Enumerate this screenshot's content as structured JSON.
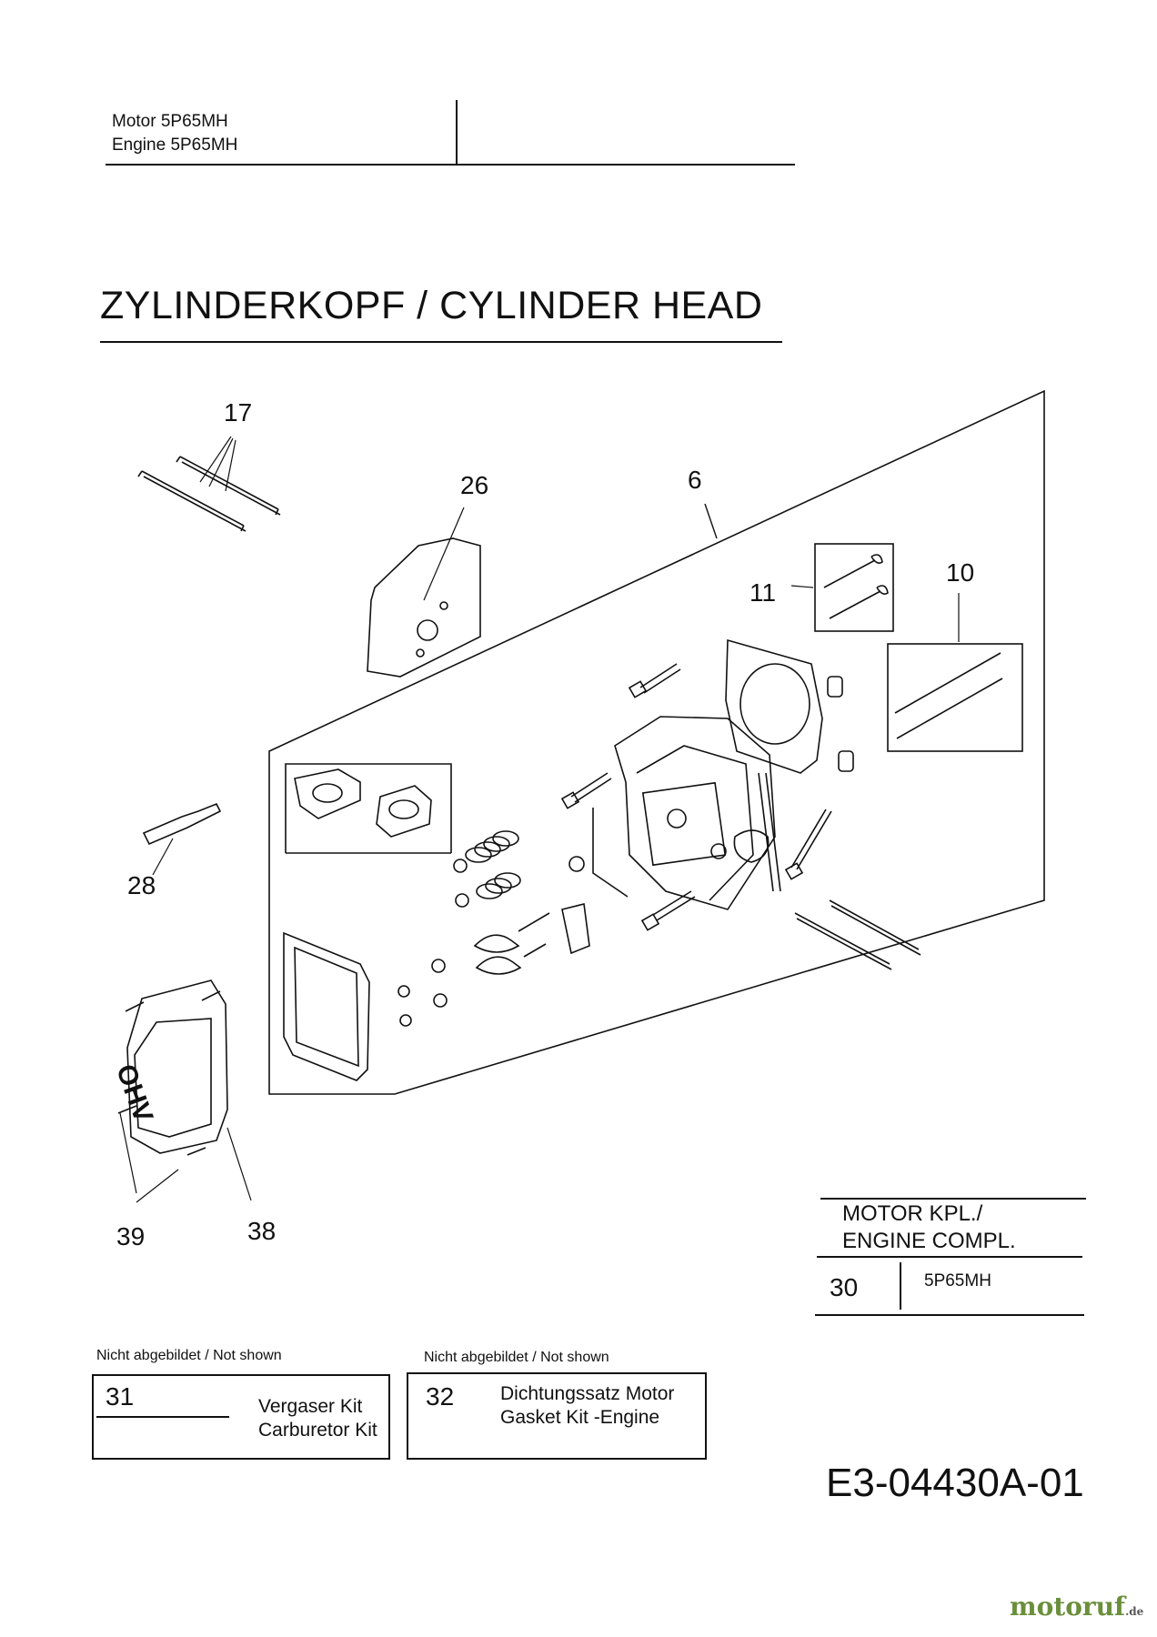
{
  "header": {
    "line1": "Motor  5P65MH",
    "line2": "Engine  5P65MH"
  },
  "title": "ZYLINDERKOPF / CYLINDER HEAD",
  "callouts": {
    "c17": "17",
    "c26": "26",
    "c6": "6",
    "c11": "11",
    "c10": "10",
    "c28": "28",
    "c39": "39",
    "c38": "38"
  },
  "cover_embossing": "OHV",
  "engine_complete": {
    "heading_line1": "MOTOR KPL./",
    "heading_line2": "ENGINE COMPL.",
    "number": "30",
    "value": "5P65MH"
  },
  "not_shown_left": {
    "caption": "Nicht abgebildet / Not shown",
    "number": "31",
    "line1": "Vergaser Kit",
    "line2": "Carburetor Kit"
  },
  "not_shown_right": {
    "caption": "Nicht abgebildet / Not shown",
    "number": "32",
    "line1": "Dichtungssatz Motor",
    "line2": "Gasket Kit -Engine"
  },
  "diagram_code": "E3-04430A-01",
  "logo": {
    "text": "motoruf",
    "suffix": ".de"
  }
}
